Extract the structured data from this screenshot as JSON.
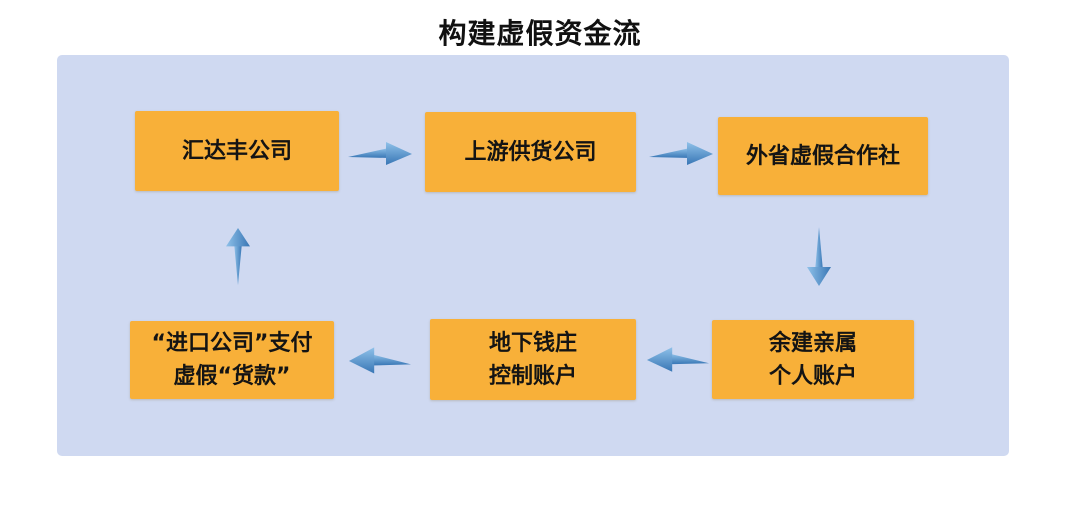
{
  "title": "构建虚假资金流",
  "diagram": {
    "nodes": [
      {
        "id": "n1",
        "text": "汇达丰公司"
      },
      {
        "id": "n2",
        "text": "上游供货公司"
      },
      {
        "id": "n3",
        "text": "外省虚假合作社"
      },
      {
        "id": "n4",
        "text": "“进口公司”支付\n虚假“货款”"
      },
      {
        "id": "n5",
        "text": "地下钱庄\n控制账户"
      },
      {
        "id": "n6",
        "text": "余建亲属\n个人账户"
      }
    ],
    "edges": [
      {
        "from": "汇达丰公司",
        "to": "上游供货公司",
        "direction": "right"
      },
      {
        "from": "上游供货公司",
        "to": "外省虚假合作社",
        "direction": "right"
      },
      {
        "from": "外省虚假合作社",
        "to": "余建亲属 个人账户",
        "direction": "down"
      },
      {
        "from": "余建亲属 个人账户",
        "to": "地下钱庄 控制账户",
        "direction": "left"
      },
      {
        "from": "地下钱庄 控制账户",
        "to": "“进口公司”支付 虚假“货款”",
        "direction": "left"
      },
      {
        "from": "“进口公司”支付 虚假“货款”",
        "to": "汇达丰公司",
        "direction": "up"
      }
    ],
    "colors": {
      "panel_background": "#CFD9F1",
      "node_fill": "#F8B039",
      "node_text": "#141414",
      "arrow_light": "#8FC1E9",
      "arrow_dark": "#3876B5",
      "title_text": "#111111"
    }
  }
}
